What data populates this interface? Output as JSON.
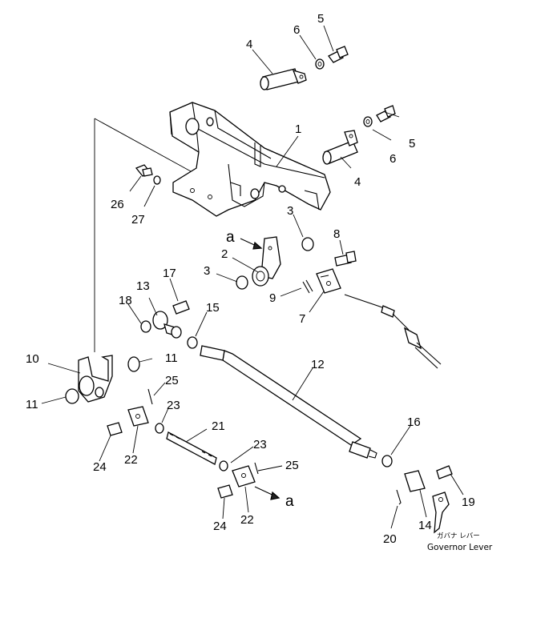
{
  "callouts": [
    "1",
    "2",
    "3",
    "3",
    "4",
    "4",
    "5",
    "5",
    "6",
    "6",
    "7",
    "8",
    "9",
    "10",
    "11",
    "11",
    "12",
    "13",
    "14",
    "15",
    "16",
    "17",
    "18",
    "19",
    "20",
    "21",
    "22",
    "22",
    "23",
    "23",
    "24",
    "24",
    "25",
    "25",
    "26",
    "27"
  ],
  "reference_marks": [
    "a",
    "a"
  ],
  "caption": {
    "jp": "ガバナ レバー",
    "en": "Governor Lever"
  }
}
